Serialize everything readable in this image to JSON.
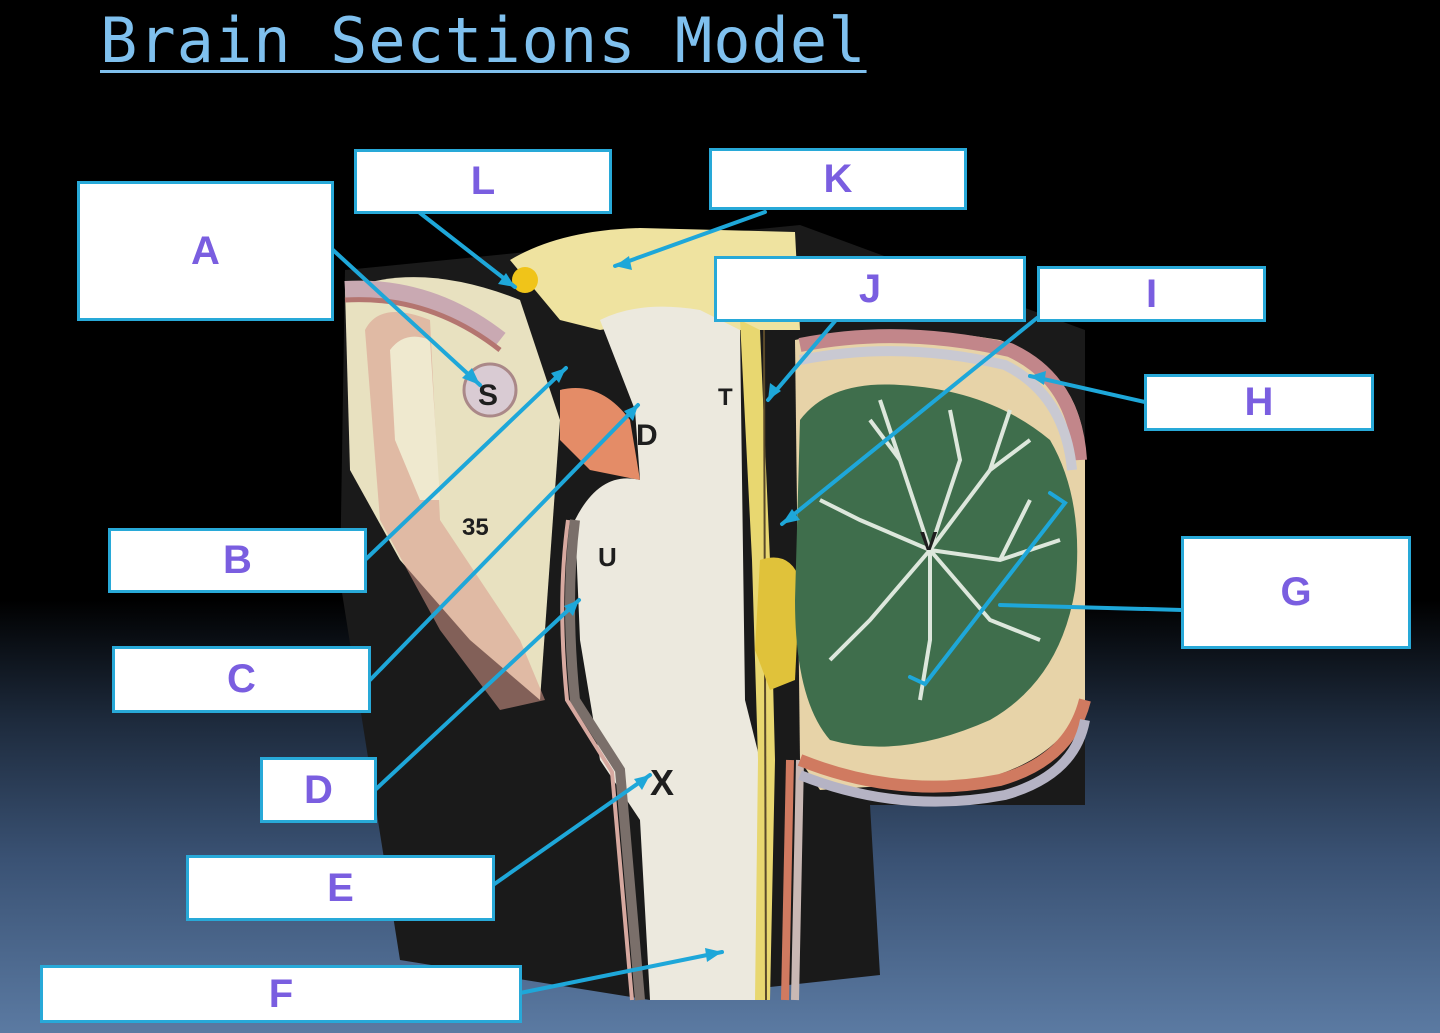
{
  "title": "Brain Sections Model",
  "labels": {
    "A": "A",
    "B": "B",
    "C": "C",
    "D": "D",
    "E": "E",
    "F": "F",
    "G": "G",
    "H": "H",
    "I": "I",
    "J": "J",
    "K": "K",
    "L": "L"
  },
  "model_marks": {
    "s": "S",
    "d": "D",
    "u": "U",
    "x": "X",
    "t": "T",
    "v": "V"
  },
  "colors": {
    "box_border": "#28a9d8",
    "label_text": "#7a5ee0",
    "title": "#7fc0ee",
    "pointer": "#1ea7d9"
  }
}
